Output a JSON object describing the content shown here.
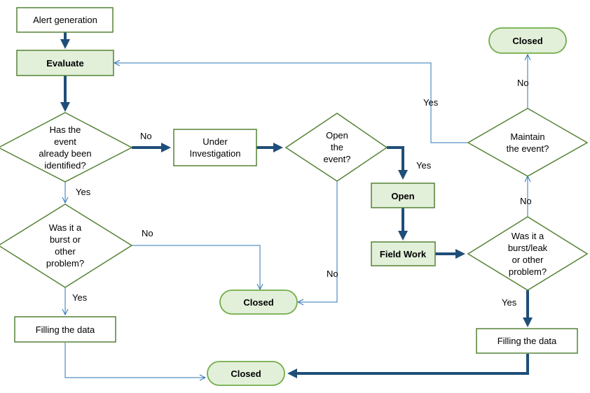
{
  "nodes": {
    "alert_generation": "Alert generation",
    "evaluate": "Evaluate",
    "already_identified": [
      "Has the",
      "event",
      "already been",
      "identified?"
    ],
    "under_investigation": [
      "Under",
      "Investigation"
    ],
    "open_the_event": [
      "Open",
      "the",
      "event?"
    ],
    "open": "Open",
    "field_work": "Field Work",
    "burst_other_problem": [
      "Was it a",
      "burst or",
      "other",
      "problem?"
    ],
    "burst_leak_problem": [
      "Was it a",
      "burst/leak",
      "or other",
      "problem?"
    ],
    "maintain_event": [
      "Maintain",
      "the event?"
    ],
    "filling_data_left": "Filling the data",
    "filling_data_right": "Filling the data",
    "closed_top": "Closed",
    "closed_middle": "Closed",
    "closed_bottom": "Closed"
  },
  "edge_labels": {
    "identified_no": "No",
    "identified_yes": "Yes",
    "open_yes": "Yes",
    "open_no": "No",
    "burst_no": "No",
    "burst_yes": "Yes",
    "leak_no": "No",
    "leak_yes": "Yes",
    "maintain_yes": "Yes",
    "maintain_no": "No"
  },
  "colors": {
    "node_border": "#548235",
    "highlight_fill": "#e2efd9",
    "main_flow_arrow": "#1f4e79",
    "secondary_arrow": "#2e75b6"
  }
}
